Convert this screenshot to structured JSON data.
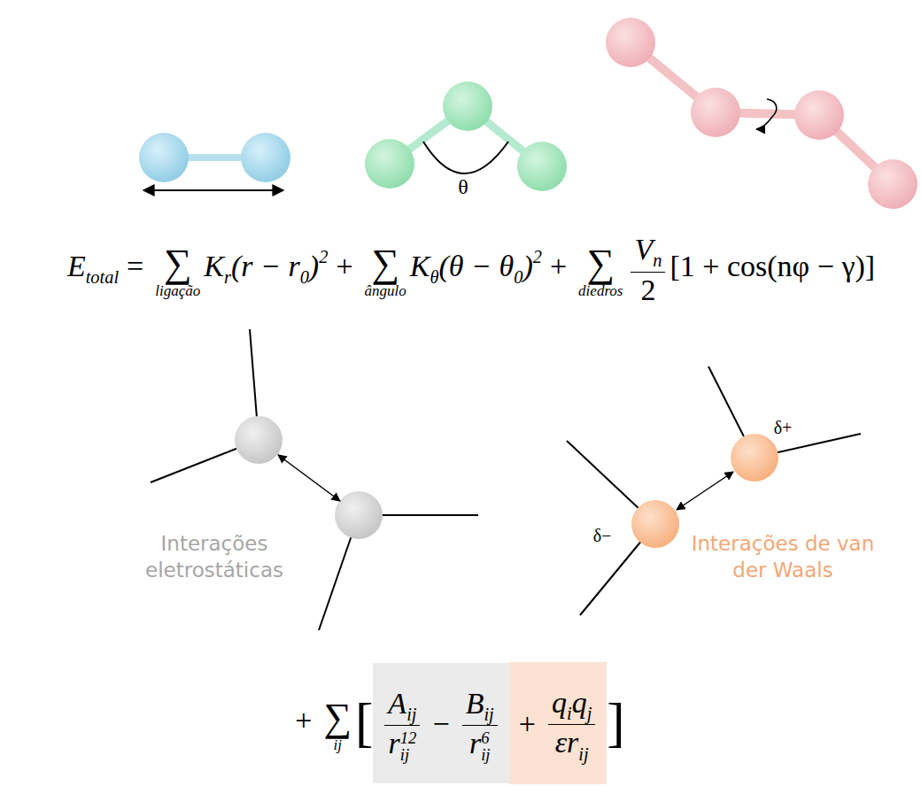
{
  "diagram": {
    "nodes": [
      {
        "text": [
          "A",
          "ij",
          "r",
          "ij",
          "12",
          "−",
          "B",
          "ij",
          "r",
          "ij",
          "6"
        ]
      },
      {
        "text": [
          "+",
          "q",
          "i",
          "q",
          "j",
          "ε",
          "r",
          "ij"
        ]
      }
    ],
    "labels": [
      "θ",
      "E",
      "total",
      "=",
      "∑",
      "ligação",
      "K",
      "r",
      "(r − r",
      "0",
      ")",
      "2",
      "+",
      "∑",
      "ângulo",
      "K",
      "θ",
      "(θ − θ",
      "0",
      ")",
      "2",
      "+",
      "∑",
      "diedros",
      "V",
      "n",
      "2",
      "[1 + cos(nφ − γ)]",
      "Interações eletrostáticas",
      "δ+",
      "δ−",
      "Interações de van der Waals",
      "+",
      "∑",
      "ij",
      "[",
      "]"
    ]
  }
}
